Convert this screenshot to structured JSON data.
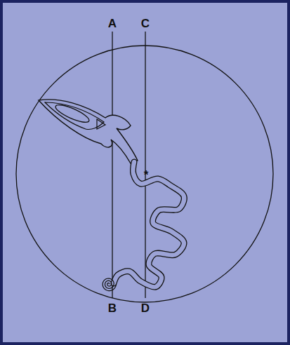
{
  "diagram": {
    "labels": [
      "A",
      "B",
      "C",
      "D",
      "*"
    ]
  }
}
